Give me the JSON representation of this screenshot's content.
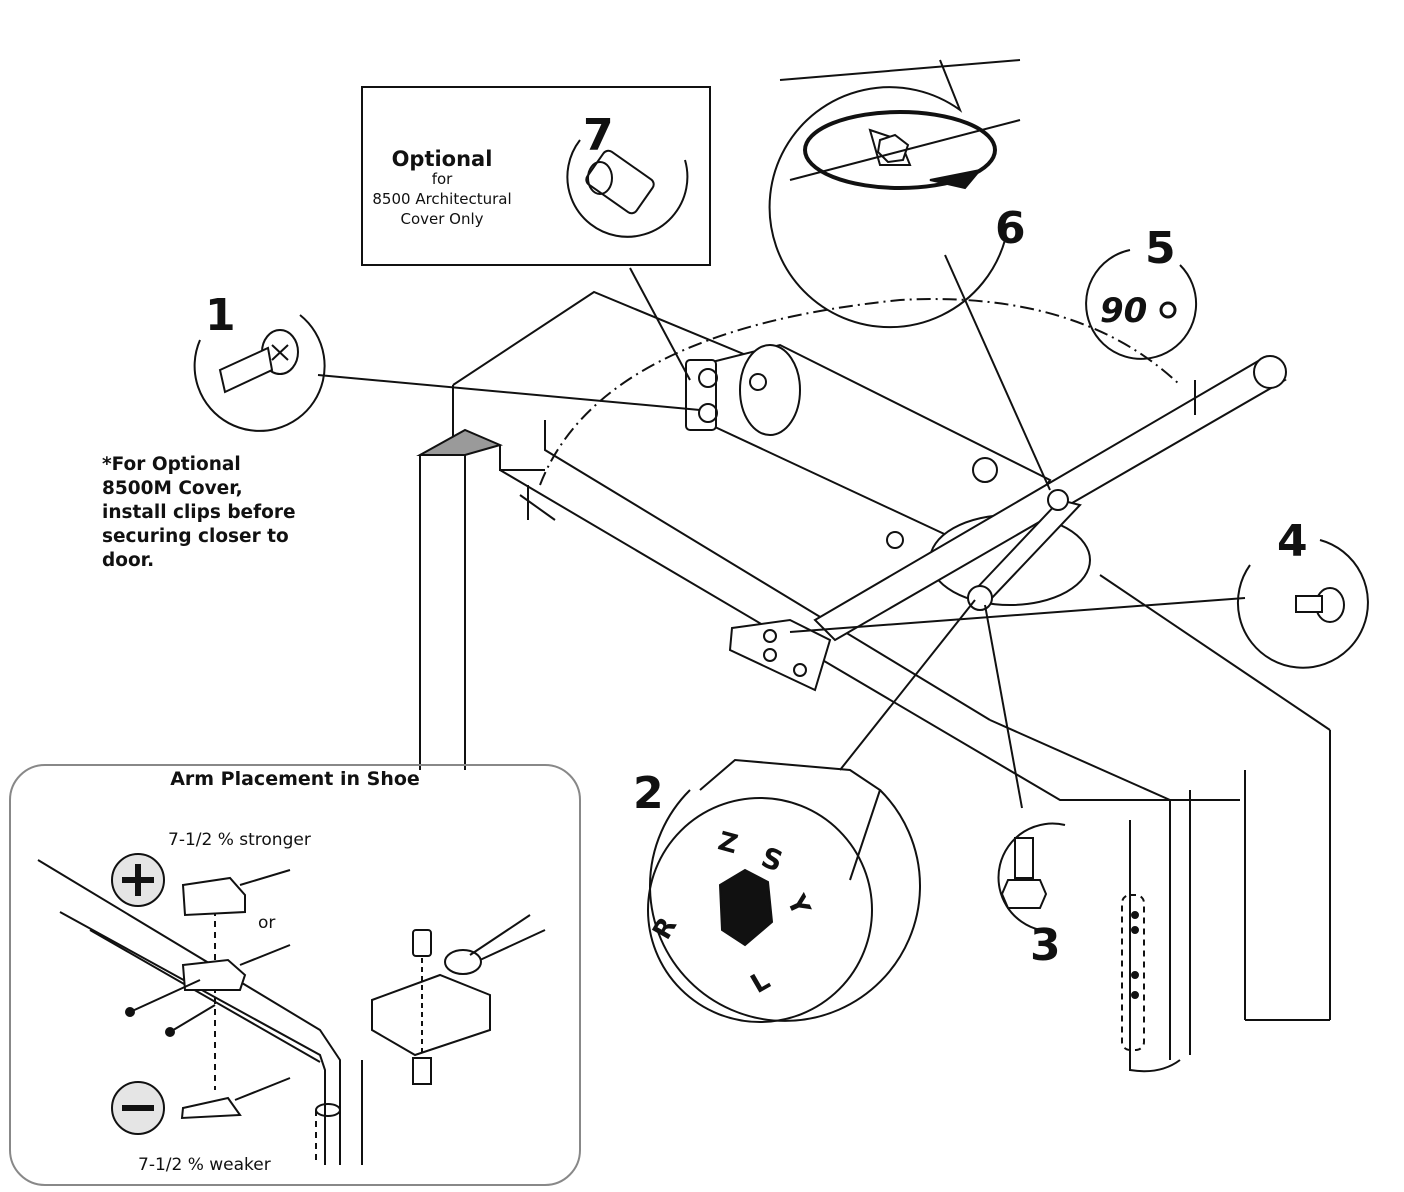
{
  "steps": {
    "s1": "1",
    "s2": "2",
    "s3": "3",
    "s4": "4",
    "s5": "5",
    "s6": "6",
    "s7": "7"
  },
  "angle_label": "90",
  "optional_box": {
    "title": "Optional",
    "line1": "for",
    "line2": "8500 Architectural",
    "line3": "Cover Only"
  },
  "cover_note": {
    "line1": "*For Optional",
    "line2": "8500M Cover,",
    "line3": "install clips before",
    "line4": "securing closer to",
    "line5": "door."
  },
  "spring_dial": {
    "z": "Z",
    "s": "S",
    "y": "Y",
    "r": "R",
    "l": "L"
  },
  "arm_panel": {
    "title": "Arm Placement in Shoe",
    "stronger": "7-1/2 % stronger",
    "or": "or",
    "weaker": "7-1/2 % weaker"
  },
  "icons": [
    "screw-icon",
    "plus-icon",
    "minus-icon",
    "rotate-arrow-icon"
  ]
}
